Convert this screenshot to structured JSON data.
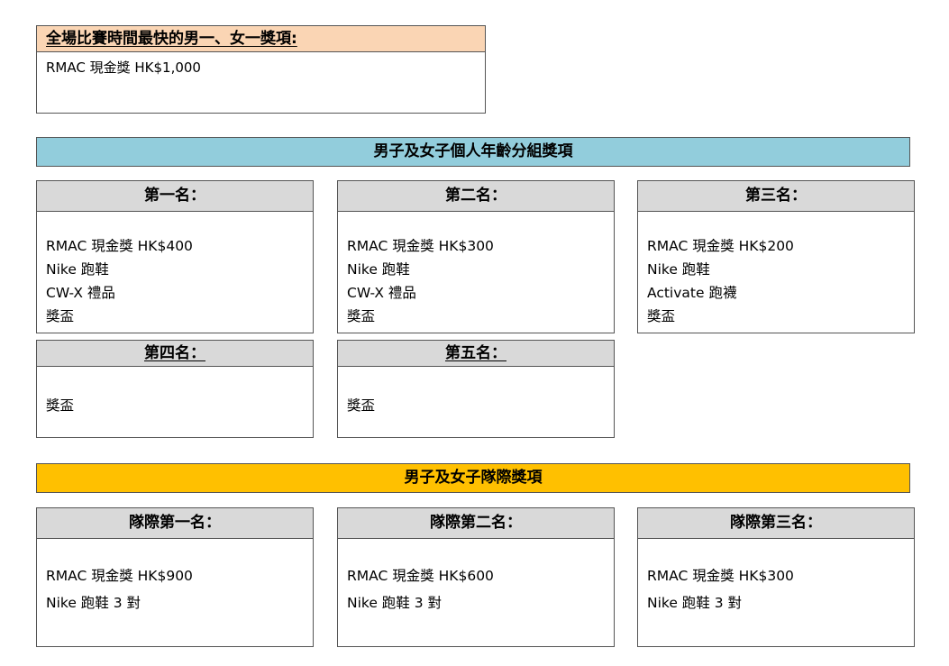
{
  "overall": {
    "title": "全場比賽時間最快的男一、女一獎項:",
    "prize": "RMAC 現金獎  HK$1,000"
  },
  "age_group": {
    "title": "男子及女子個人年齡分組獎項",
    "cards": [
      {
        "title": "第一名：",
        "lines": [
          "RMAC 現金獎  HK$400",
          "Nike 跑鞋",
          "CW-X 禮品",
          "獎盃"
        ]
      },
      {
        "title": "第二名：",
        "lines": [
          "RMAC 現金獎  HK$300",
          "Nike 跑鞋",
          "CW-X 禮品",
          "獎盃"
        ]
      },
      {
        "title": "第三名：",
        "lines": [
          "RMAC 現金獎  HK$200",
          "Nike 跑鞋",
          "Activate  跑襪",
          "獎盃"
        ]
      },
      {
        "title": "第四名：",
        "lines": [
          "獎盃"
        ]
      },
      {
        "title": "第五名：",
        "lines": [
          "獎盃"
        ]
      }
    ]
  },
  "team": {
    "title": "男子及女子隊際獎項",
    "cards": [
      {
        "title": "隊際第一名：",
        "lines": [
          "RMAC 現金獎  HK$900",
          "Nike  跑鞋 3 對"
        ]
      },
      {
        "title": "隊際第二名：",
        "lines": [
          "RMAC 現金獎  HK$600",
          "Nike  跑鞋 3 對"
        ]
      },
      {
        "title": "隊際第三名：",
        "lines": [
          "RMAC 現金獎  HK$300",
          "Nike  跑鞋 3 對"
        ]
      }
    ]
  }
}
